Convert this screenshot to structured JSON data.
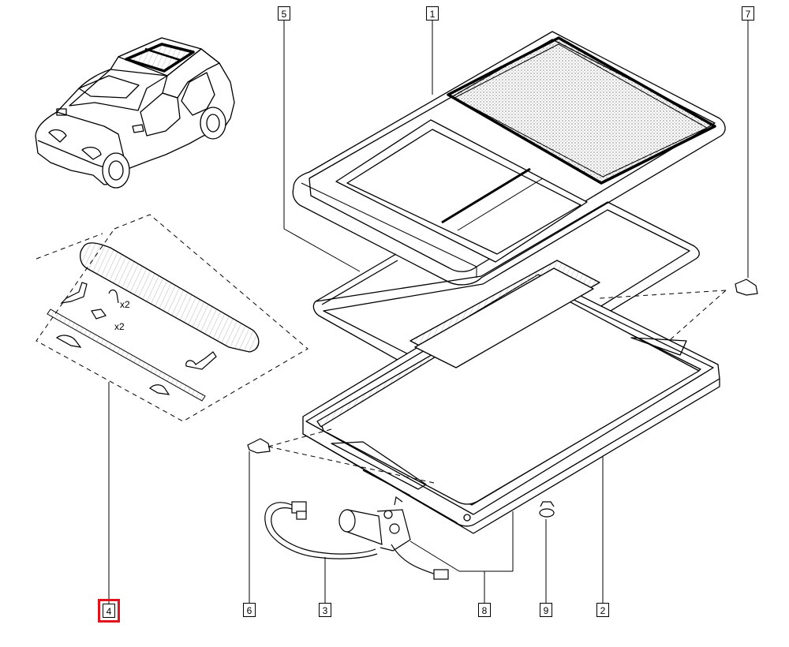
{
  "diagram": {
    "callouts": [
      {
        "id": "1",
        "label": "1",
        "highlighted": false
      },
      {
        "id": "2",
        "label": "2",
        "highlighted": false
      },
      {
        "id": "3",
        "label": "3",
        "highlighted": false
      },
      {
        "id": "4",
        "label": "4",
        "highlighted": true
      },
      {
        "id": "5",
        "label": "5",
        "highlighted": false
      },
      {
        "id": "6",
        "label": "6",
        "highlighted": false
      },
      {
        "id": "7",
        "label": "7",
        "highlighted": false
      },
      {
        "id": "8",
        "label": "8",
        "highlighted": false
      },
      {
        "id": "9",
        "label": "9",
        "highlighted": false
      }
    ],
    "quantities": {
      "clip": "x2",
      "pin": "x2"
    },
    "colors": {
      "line": "#000000",
      "highlight": "#e0141e",
      "background": "#ffffff"
    }
  }
}
